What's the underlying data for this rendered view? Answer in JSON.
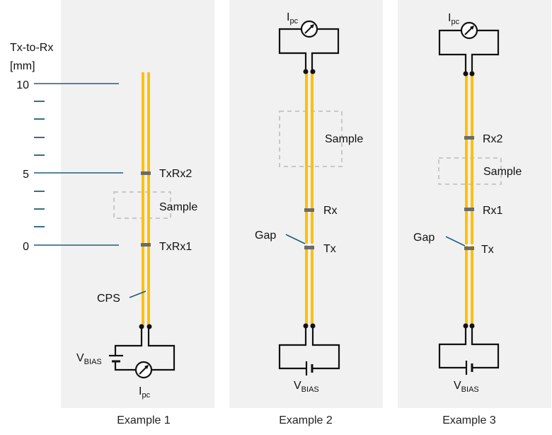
{
  "colors": {
    "panel": "#f1f1f1",
    "trace": "#ffc000",
    "electrode": "#6b6b6b",
    "wire": "#111111",
    "axis": "#1f5d7a",
    "sample_outline": "#c8c8c8"
  },
  "axis": {
    "title_line1": "Tx-to-Rx",
    "title_line2": "[mm]",
    "tick_labels": [
      "10",
      "5",
      "0"
    ],
    "major_values_mm": [
      10,
      5,
      0
    ],
    "minor_values_mm": [
      9,
      8,
      7,
      6,
      4,
      3,
      2,
      1
    ]
  },
  "panels": [
    {
      "caption": "Example 1",
      "labels": {
        "txrx2": "TxRx2",
        "sample": "Sample",
        "txrx1": "TxRx1",
        "cps": "CPS",
        "vbias_main": "V",
        "vbias_sub": "BIAS",
        "ipc_main": "I",
        "ipc_sub": "pc"
      }
    },
    {
      "caption": "Example 2",
      "labels": {
        "ipc_main": "I",
        "ipc_sub": "pc",
        "sample": "Sample",
        "rx": "Rx",
        "gap": "Gap",
        "tx": "Tx",
        "vbias_main": "V",
        "vbias_sub": "BIAS"
      }
    },
    {
      "caption": "Example 3",
      "labels": {
        "ipc_main": "I",
        "ipc_sub": "pc",
        "rx2": "Rx2",
        "sample": "Sample",
        "rx1": "Rx1",
        "gap": "Gap",
        "tx": "Tx",
        "vbias_main": "V",
        "vbias_sub": "BIAS"
      }
    }
  ]
}
